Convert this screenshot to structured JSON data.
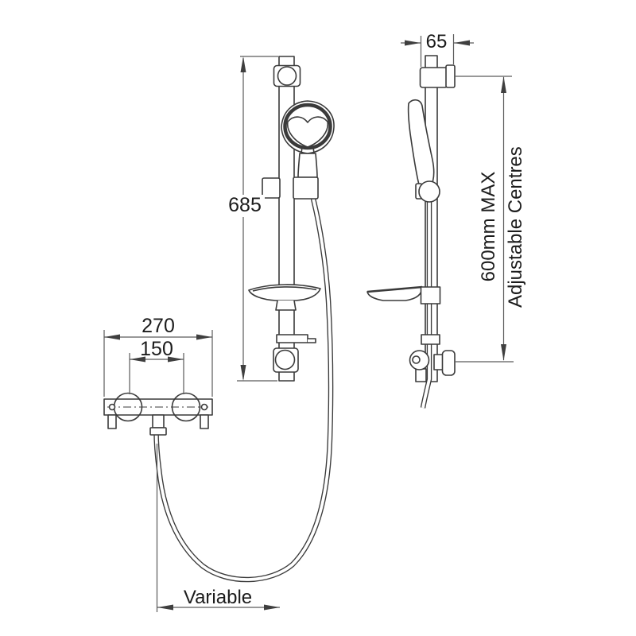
{
  "drawing": {
    "kind": "shower-kit-dimension-drawing",
    "background": "#ffffff",
    "line_color": "#3a3a3a",
    "dimension_color": "#5a5a5a",
    "text_color": "#1c1c1c",
    "labels": {
      "wall_offset": "65",
      "rail_length": "685",
      "adjustable_max": "600mm MAX",
      "adjustable_centres": "Adjustable Centres",
      "valve_width": "270",
      "valve_inlet_centres": "150",
      "hose_drop": "Variable"
    }
  }
}
